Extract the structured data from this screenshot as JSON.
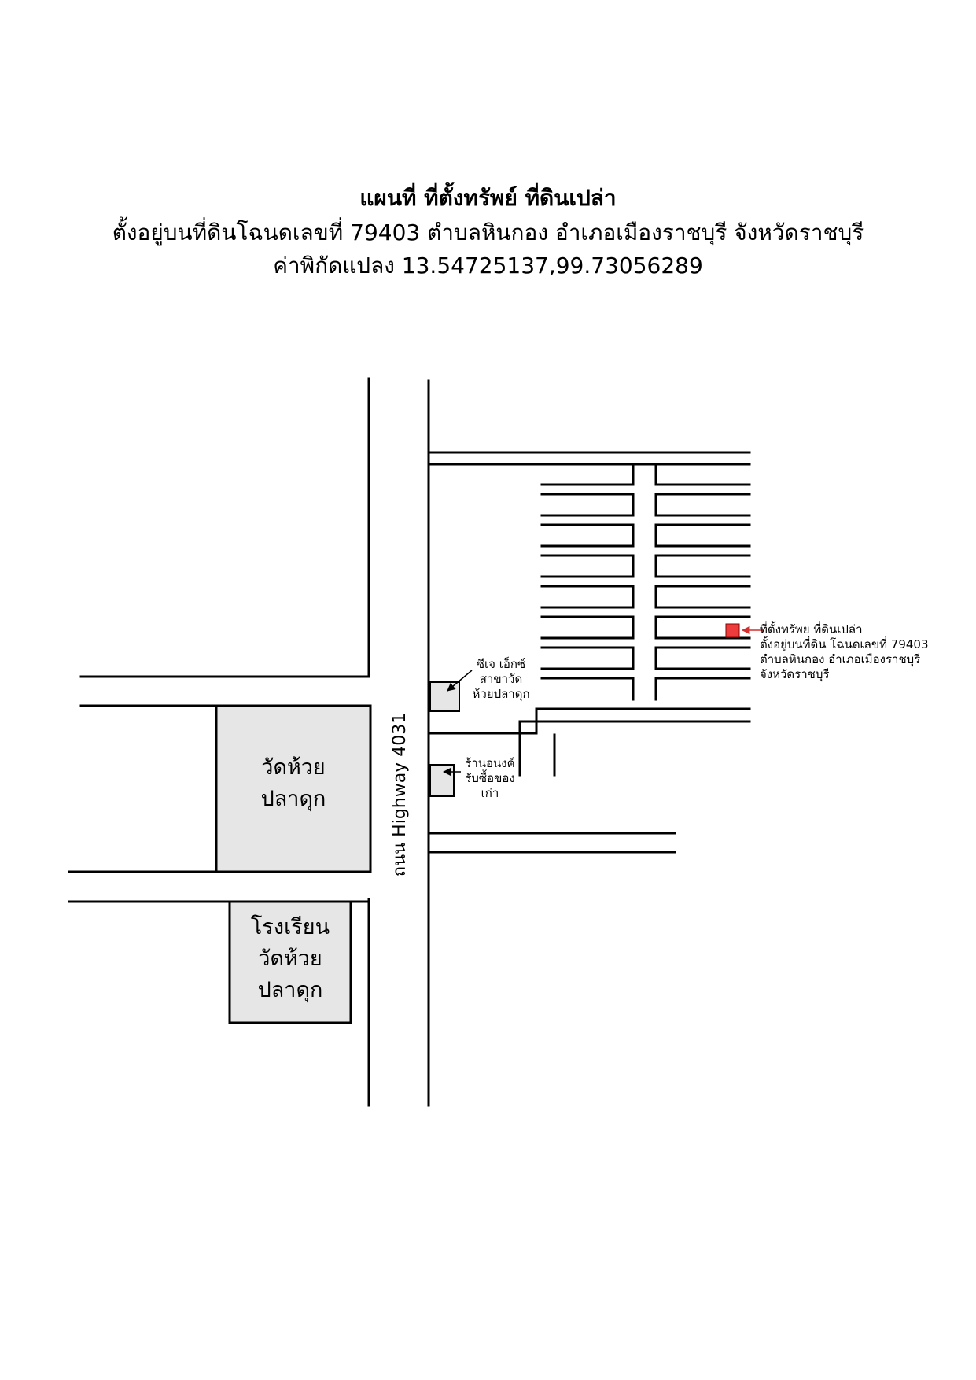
{
  "header": {
    "title": "แผนที่ ที่ตั้งทรัพย์ ที่ดินเปล่า",
    "location": "ตั้งอยู่บนที่ดินโฉนดเลขที่ 79403 ตำบลหินกอง อำเภอเมืองราชบุรี จังหวัดราชบุรี",
    "coordinates": "ค่าพิกัดแปลง 13.54725137,99.73056289"
  },
  "road_label": "ถนน Highway 4031",
  "landmarks": {
    "temple": [
      "วัดห้วย",
      "ปลาดุก"
    ],
    "school": [
      "โรงเรียน",
      "วัดห้วย",
      "ปลาดุก"
    ],
    "cj_store": [
      "ซีเจ เอ็กซ์",
      "สาขาวัด",
      "ห้วยปลาดุก"
    ],
    "scrap_shop": [
      "ร้านอนงค์",
      "รับซื้อของ",
      "เก่า"
    ]
  },
  "property_marker": {
    "lines": [
      "ที่ตั้งทรัพย ที่ดินเปล่า",
      "ตั้งอยู่บนที่ดิน โฉนดเลขที่ 79403",
      "ตำบลหินกอง อำเภอเมืองราชบุรี",
      "จังหวัดราชบุรี"
    ],
    "color": "#ee3b3b"
  },
  "colors": {
    "building_fill": "#e6e6e6",
    "road_line": "#000000"
  }
}
